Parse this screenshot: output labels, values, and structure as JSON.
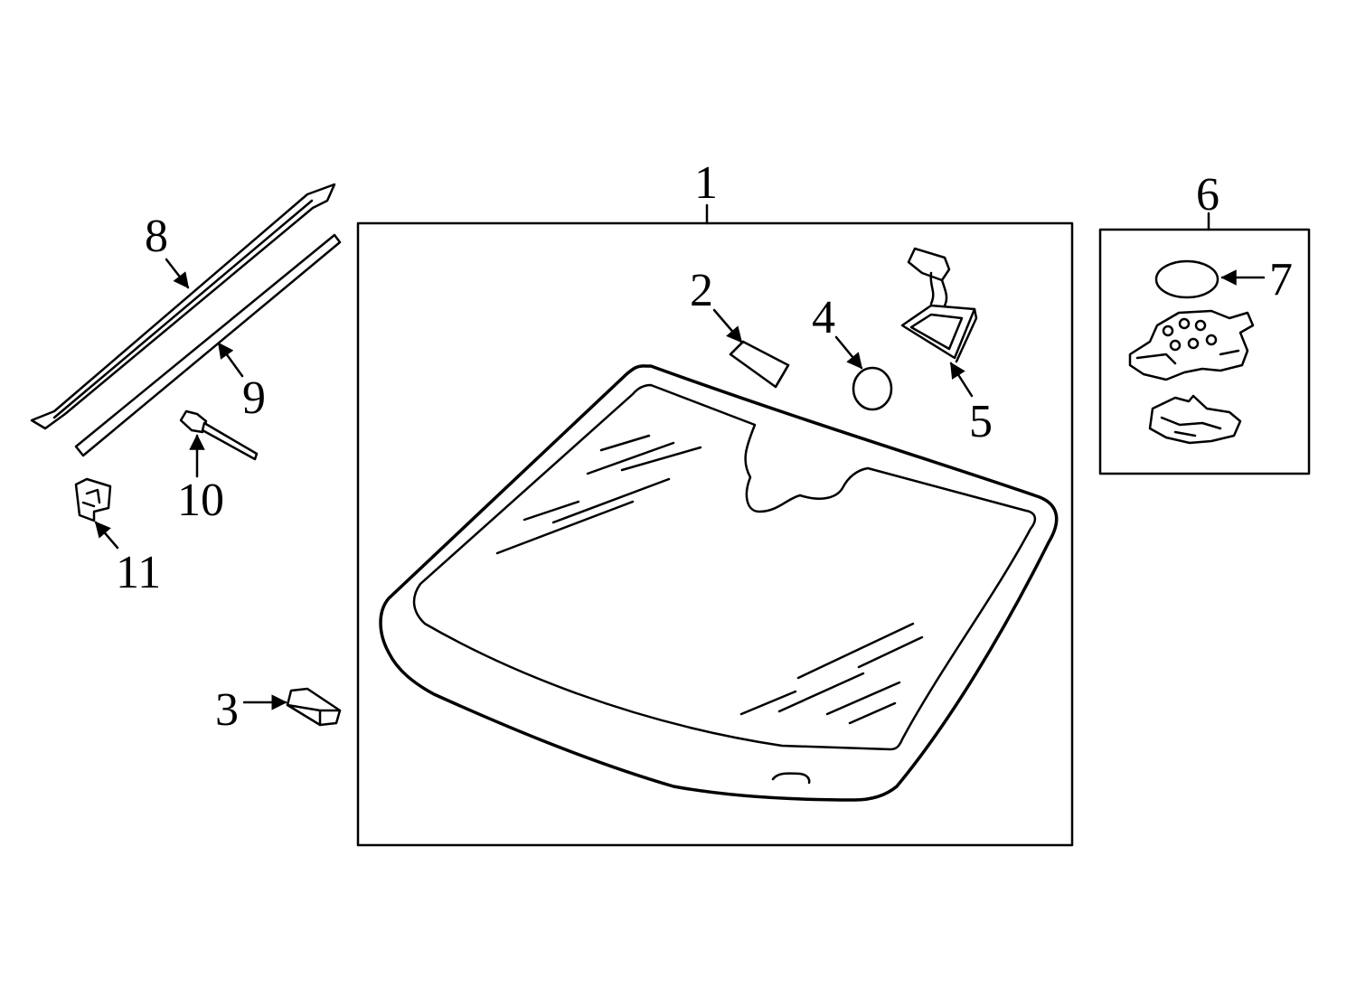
{
  "diagram": {
    "highlight_color": "#a8dcf0",
    "line_color": "#000000",
    "background": "#ffffff",
    "callouts": {
      "c1": "1",
      "c2": "2",
      "c3": "3",
      "c4": "4",
      "c5": "5",
      "c6": "6",
      "c7": "7",
      "c8": "8",
      "c9": "9",
      "c10": "10",
      "c11": "11"
    },
    "highlighted_part": "8"
  }
}
